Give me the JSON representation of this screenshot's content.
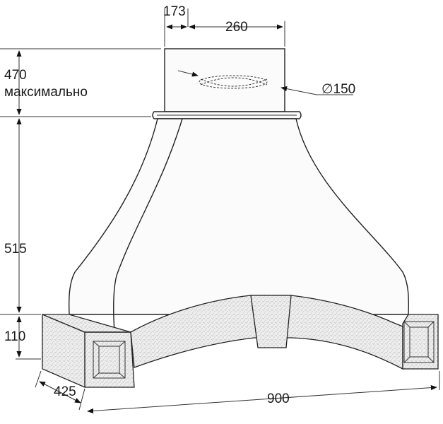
{
  "drawing": {
    "dimensions": {
      "duct_offset": "173",
      "duct_width": "260",
      "duct_diameter": "∅150",
      "duct_height_value": "470",
      "duct_height_note": "максимально",
      "hood_height": "515",
      "base_height": "110",
      "depth": "425",
      "width": "900"
    }
  }
}
